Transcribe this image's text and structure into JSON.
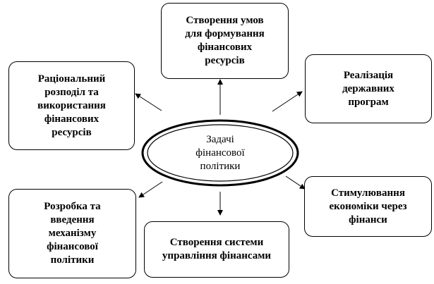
{
  "center": {
    "text": "Задачі\nфінансової\nполітики"
  },
  "boxes": {
    "top": "Створення умов\nдля формування\nфінансових\nресурсів",
    "top_right": "Реалізація\nдержавних\nпрограм",
    "top_left": "Раціональний\nрозподіл та\nвикористання\nфінансових\nресурсів",
    "bottom_left": "Розробка та\nвведення\nмеханізму\nфінансової\nполітики",
    "bottom": "Створення системи\nуправління фінансами",
    "bottom_right": "Стимулювання\nекономіки через\nфінанси"
  }
}
